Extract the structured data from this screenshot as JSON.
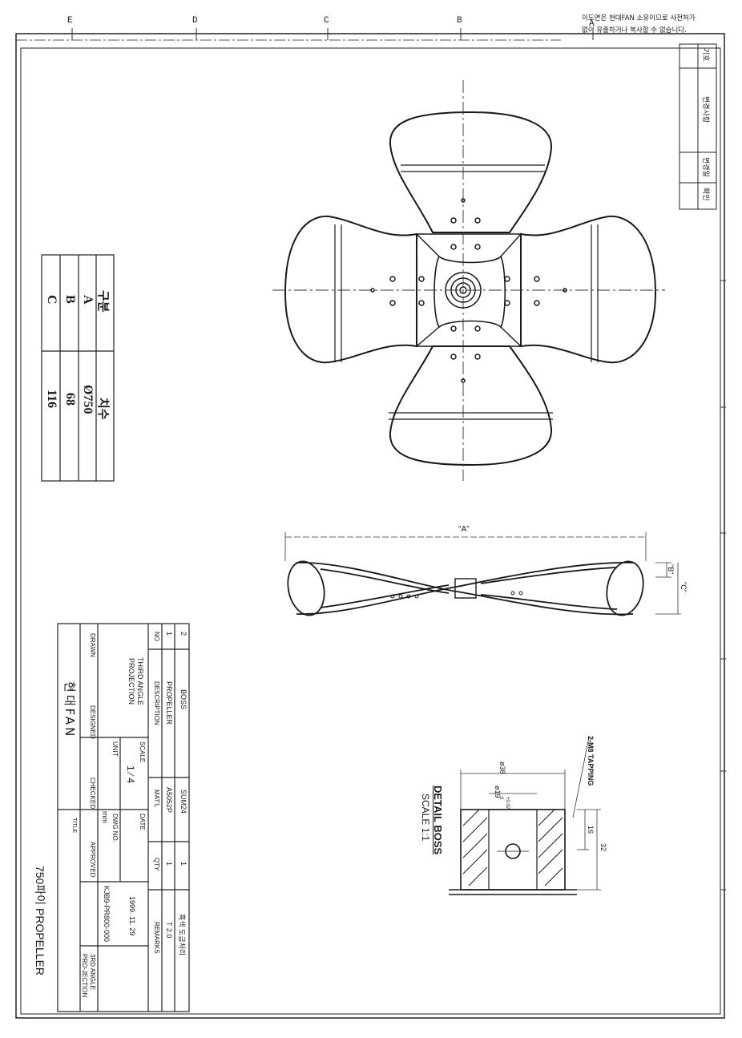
{
  "notice": {
    "line1": "이도면은 현대FAN 소유이므로 사전허가",
    "line2": "없이 유출하거나 복사할 수 없습니다."
  },
  "zones": [
    "E",
    "D",
    "C",
    "B",
    "A"
  ],
  "revision_block": {
    "headers": [
      "기호",
      "변경사항",
      "변경일",
      "확인"
    ]
  },
  "dimension_table": {
    "col_headers": [
      "구분",
      "치수"
    ],
    "rows": [
      {
        "key": "A",
        "value": "Ø750"
      },
      {
        "key": "B",
        "value": "68"
      },
      {
        "key": "C",
        "value": "116"
      }
    ]
  },
  "side_view": {
    "dim_a": "\"A\"",
    "dim_b": "\"B\"",
    "dim_c": "\"C\""
  },
  "detail": {
    "title": "DETAIL BOSS",
    "scale": "SCALE 1:1",
    "tapping": "2-M8 TAPPING",
    "d38": "ø38",
    "d19": "ø19",
    "tol": "+0.02",
    "tol0": "0",
    "h16": "16",
    "h32": "32"
  },
  "title_block": {
    "parts": [
      {
        "no": "2",
        "desc": "BOSS",
        "matl": "SUM24",
        "qty": "1",
        "remarks": "흑색 도금처리"
      },
      {
        "no": "1",
        "desc": "PROPELLER",
        "matl": "A5052P",
        "qty": "1",
        "remarks": "T 2.0"
      }
    ],
    "headers": {
      "no": "NO",
      "desc": "DESCRIPTION",
      "matl": "MAT'L",
      "qty": "QTY",
      "remarks": "REMARKS"
    },
    "projection": "THIRD ANGLE PROJECTION",
    "scale_label": "SCALE",
    "scale_value": "1 ∕ 4",
    "unit_label": "UNIT",
    "unit_value": "mm",
    "date_label": "DATE",
    "date_value": "1999. 11. 29",
    "dwg_label": "DWG NO.",
    "dwg_value": "KJB9-PR800-000",
    "drawn": "DRAWN",
    "designed": "DESIGNED",
    "checked": "CHECKED",
    "approved": "APPROVED",
    "company": "현대FAN",
    "title_label": "TITLE",
    "title_value": "750파이 PROPELLER",
    "proj_short": "3RD ANGLE PRO-JECTION"
  }
}
